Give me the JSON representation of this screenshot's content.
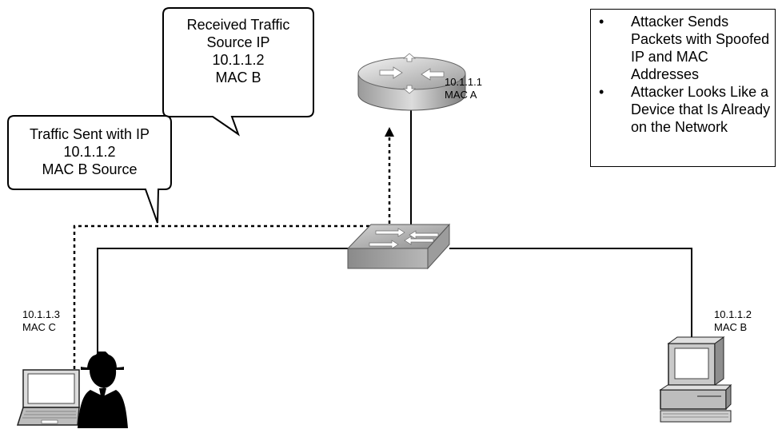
{
  "callouts": {
    "received": [
      "Received Traffic",
      "Source IP",
      "10.1.1.2",
      "MAC B"
    ],
    "sent": [
      "Traffic Sent with IP",
      "10.1.1.2",
      "MAC B Source"
    ]
  },
  "router": {
    "ip": "10.1.1.1",
    "mac": "MAC A"
  },
  "attacker": {
    "ip": "10.1.1.3",
    "mac": "MAC C"
  },
  "victim": {
    "ip": "10.1.1.2",
    "mac": "MAC B"
  },
  "notes": {
    "bullet_glyph": "•",
    "items": [
      "Attacker Sends Packets with Spoofed IP and MAC Addresses",
      "Attacker Looks Like a Device that Is Already on the Network"
    ]
  }
}
